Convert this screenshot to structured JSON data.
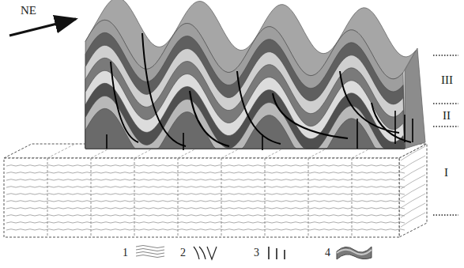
{
  "diagram": {
    "labels": [
      "NE",
      "III",
      "II",
      "I"
    ],
    "legend": [
      {
        "text": "1"
      },
      {
        "text": "2"
      },
      {
        "text": "3"
      },
      {
        "text": "4"
      }
    ]
  }
}
